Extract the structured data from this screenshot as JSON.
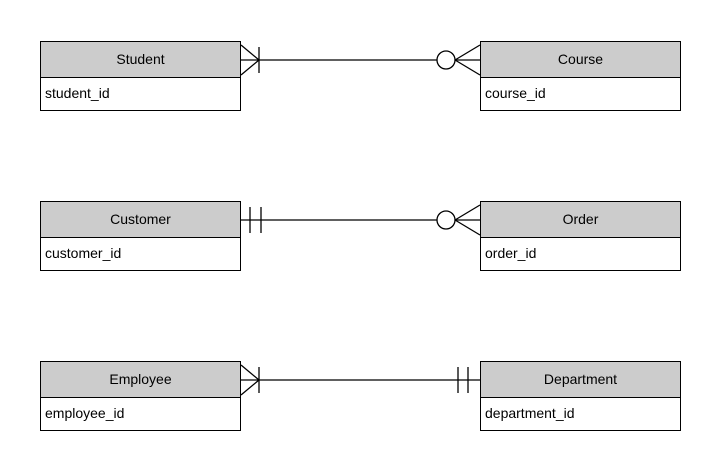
{
  "diagram": {
    "type": "entity-relationship-diagram",
    "colors": {
      "background": "#ffffff",
      "header_fill": "#cccccc",
      "border": "#000000",
      "text": "#000000"
    },
    "entities": [
      {
        "name": "Student",
        "attribute": "student_id"
      },
      {
        "name": "Course",
        "attribute": "course_id"
      },
      {
        "name": "Customer",
        "attribute": "customer_id"
      },
      {
        "name": "Order",
        "attribute": "order_id"
      },
      {
        "name": "Employee",
        "attribute": "employee_id"
      },
      {
        "name": "Department",
        "attribute": "department_id"
      }
    ],
    "relationships": [
      {
        "from": "Student",
        "to": "Course",
        "from_cardinality": "one-or-many (crow's foot with bar)",
        "to_cardinality": "zero-or-many (circle with crow's foot)"
      },
      {
        "from": "Customer",
        "to": "Order",
        "from_cardinality": "exactly-one (double bar)",
        "to_cardinality": "zero-or-many (circle with crow's foot)"
      },
      {
        "from": "Employee",
        "to": "Department",
        "from_cardinality": "one-or-many (crow's foot with bar)",
        "to_cardinality": "exactly-one (double bar)"
      }
    ]
  }
}
